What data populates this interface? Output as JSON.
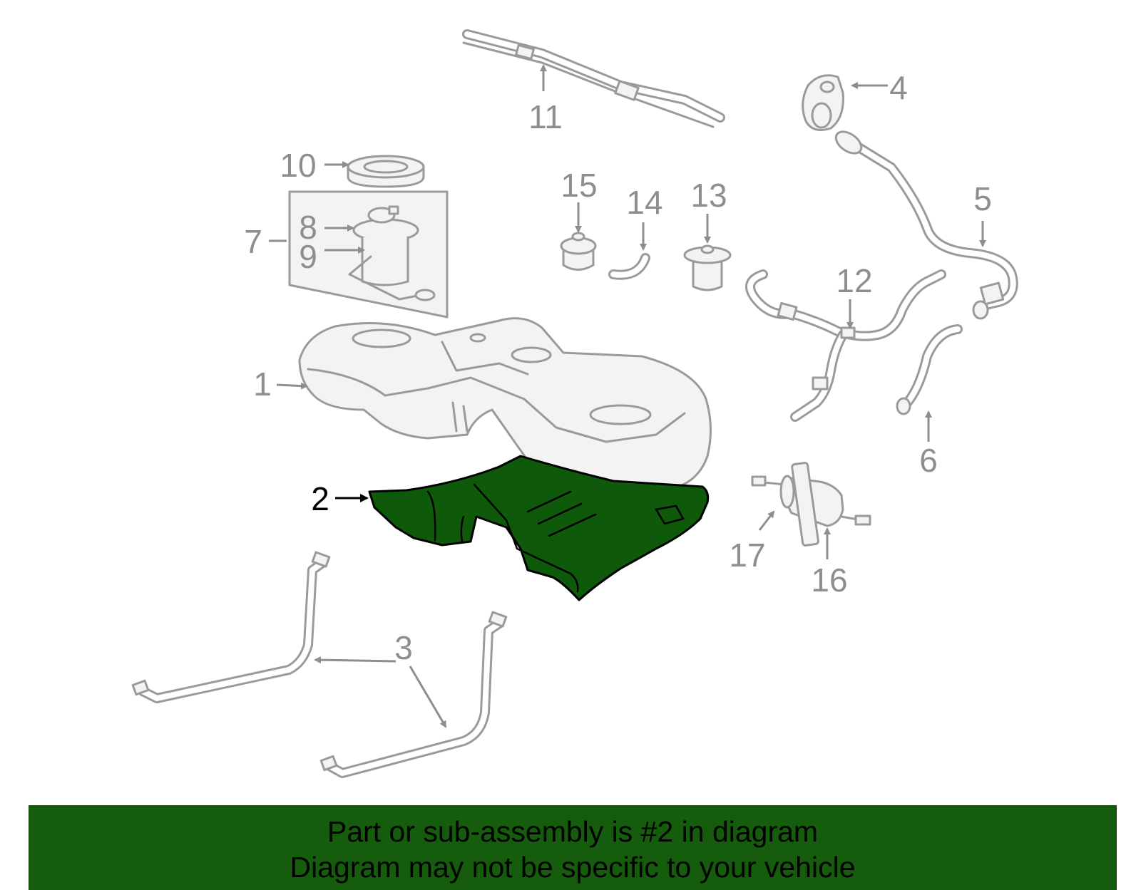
{
  "diagram": {
    "highlighted_part": "2",
    "callouts": {
      "c1": "1",
      "c2": "2",
      "c3": "3",
      "c4": "4",
      "c5": "5",
      "c6": "6",
      "c7": "7",
      "c8": "8",
      "c9": "9",
      "c10": "10",
      "c11": "11",
      "c12": "12",
      "c13": "13",
      "c14": "14",
      "c15": "15",
      "c16": "16",
      "c17": "17"
    }
  },
  "banner": {
    "line1": "Part or sub-assembly is #2 in diagram",
    "line2": "Diagram may not be specific to your vehicle"
  },
  "colors": {
    "highlight": "#0f5a0a",
    "banner_bg": "#155c0d",
    "outline": "#9a9a9a",
    "callout_text": "#8e8e8e"
  }
}
